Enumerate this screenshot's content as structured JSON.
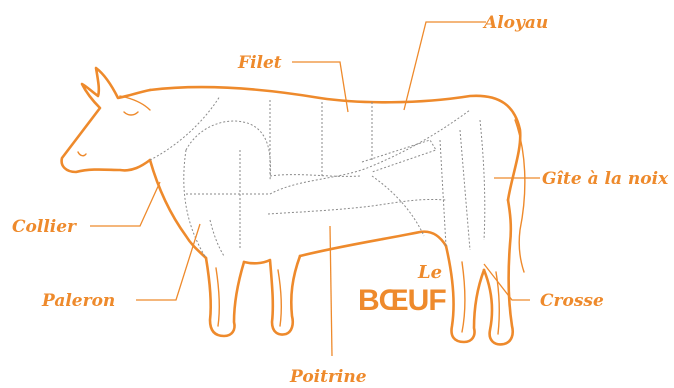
{
  "colors": {
    "accent": "#ee8a2c",
    "cut_lines": "#8a8a8a",
    "background": "#ffffff"
  },
  "title": {
    "top": "Le",
    "main": "BŒUF"
  },
  "labels": {
    "filet": "Filet",
    "aloyau": "Aloyau",
    "gite": "Gîte à la noix",
    "collier": "Collier",
    "paleron": "Paleron",
    "crosse": "Crosse",
    "poitrine": "Poitrine"
  }
}
